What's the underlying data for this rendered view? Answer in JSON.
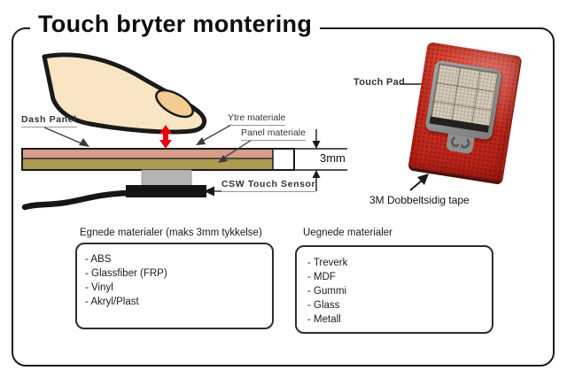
{
  "title": "Touch bryter montering",
  "diagram": {
    "dash_panel_label": "Dash Panel",
    "ytre_materiale_label": "Ytre materiale",
    "panel_materiale_label": "Panel materiale",
    "csw_sensor_label": "CSW Touch Sensor",
    "thickness_dimension": "3mm"
  },
  "photo": {
    "touch_pad_label": "Touch Pad",
    "caption": "3M Dobbeltsidig tape"
  },
  "suitable_materials": {
    "title": "Egnede materialer (maks 3mm tykkelse)",
    "items": [
      "- ABS",
      "- Glassfiber (FRP)",
      "- Vinyl",
      "- Akryl/Plast"
    ]
  },
  "unsuitable_materials": {
    "title": "Uegnede materialer",
    "items": [
      "- Treverk",
      "- MDF",
      "- Gummi",
      "- Glass",
      "- Metall"
    ]
  },
  "colors": {
    "outer_material": "#d79d8a",
    "panel_material": "#ad9b52",
    "standoff_gray": "#b4b4b4",
    "sensor_black": "#141414",
    "touch_arrow_red": "#e8000f",
    "tape_red": "#cd2c20",
    "finger_skin": "#f9e4c4",
    "nail": "#f3cc92"
  }
}
